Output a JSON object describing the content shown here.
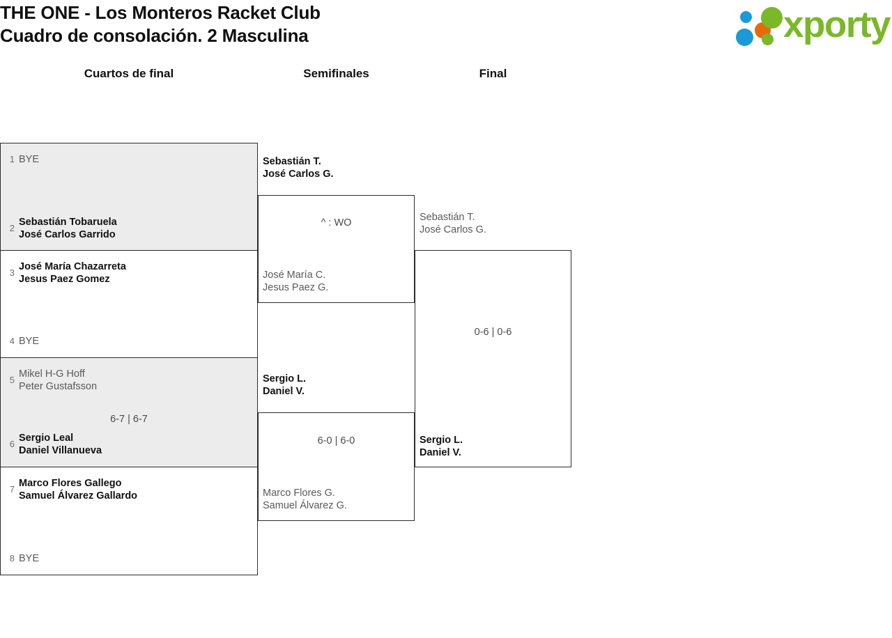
{
  "header": {
    "title_line1": "THE ONE - Los Monteros Racket Club",
    "title_line2": "Cuadro de consolación. 2 Masculina",
    "logo_text": "xporty"
  },
  "rounds": [
    {
      "id": "quarterfinals",
      "label": "Cuartos de final"
    },
    {
      "id": "semifinals",
      "label": "Semifinales"
    },
    {
      "id": "final",
      "label": "Final"
    }
  ],
  "quarterfinals": [
    {
      "score": "",
      "top": {
        "seed": "1",
        "line1": "BYE",
        "line2": "",
        "winner": false
      },
      "bottom": {
        "seed": "2",
        "line1": "Sebastián Tobaruela",
        "line2": "José Carlos Garrido",
        "winner": true
      }
    },
    {
      "score": "",
      "top": {
        "seed": "3",
        "line1": "José María Chazarreta",
        "line2": "Jesus Paez Gomez",
        "winner": true
      },
      "bottom": {
        "seed": "4",
        "line1": "BYE",
        "line2": "",
        "winner": false
      }
    },
    {
      "score": "6-7 | 6-7",
      "top": {
        "seed": "5",
        "line1": "Mikel H-G Hoff",
        "line2": "Peter Gustafsson",
        "winner": false
      },
      "bottom": {
        "seed": "6",
        "line1": "Sergio Leal",
        "line2": "Daniel Villanueva",
        "winner": true
      }
    },
    {
      "score": "",
      "top": {
        "seed": "7",
        "line1": "Marco Flores Gallego",
        "line2": "Samuel Álvarez Gallardo",
        "winner": true
      },
      "bottom": {
        "seed": "8",
        "line1": "BYE",
        "line2": "",
        "winner": false
      }
    }
  ],
  "semifinals": [
    {
      "score": "^ : WO",
      "top": {
        "line1": "Sebastián T.",
        "line2": "José Carlos G.",
        "winner": true
      },
      "bottom": {
        "line1": "José María C.",
        "line2": "Jesus Paez G.",
        "winner": false
      }
    },
    {
      "score": "6-0 | 6-0",
      "top": {
        "line1": "Sergio L.",
        "line2": "Daniel V.",
        "winner": true
      },
      "bottom": {
        "line1": "Marco Flores G.",
        "line2": "Samuel Álvarez G.",
        "winner": false
      }
    }
  ],
  "final": {
    "score": "0-6 | 0-6",
    "top": {
      "line1": "Sebastián T.",
      "line2": "José Carlos G.",
      "winner": false
    },
    "bottom": {
      "line1": "Sergio L.",
      "line2": "Daniel V.",
      "winner": true
    }
  },
  "colors": {
    "brand_green": "#7ab828",
    "brand_blue": "#1b9ad6",
    "brand_orange": "#e8680c",
    "shaded_row": "#ececec",
    "border": "#2b2b2b"
  }
}
